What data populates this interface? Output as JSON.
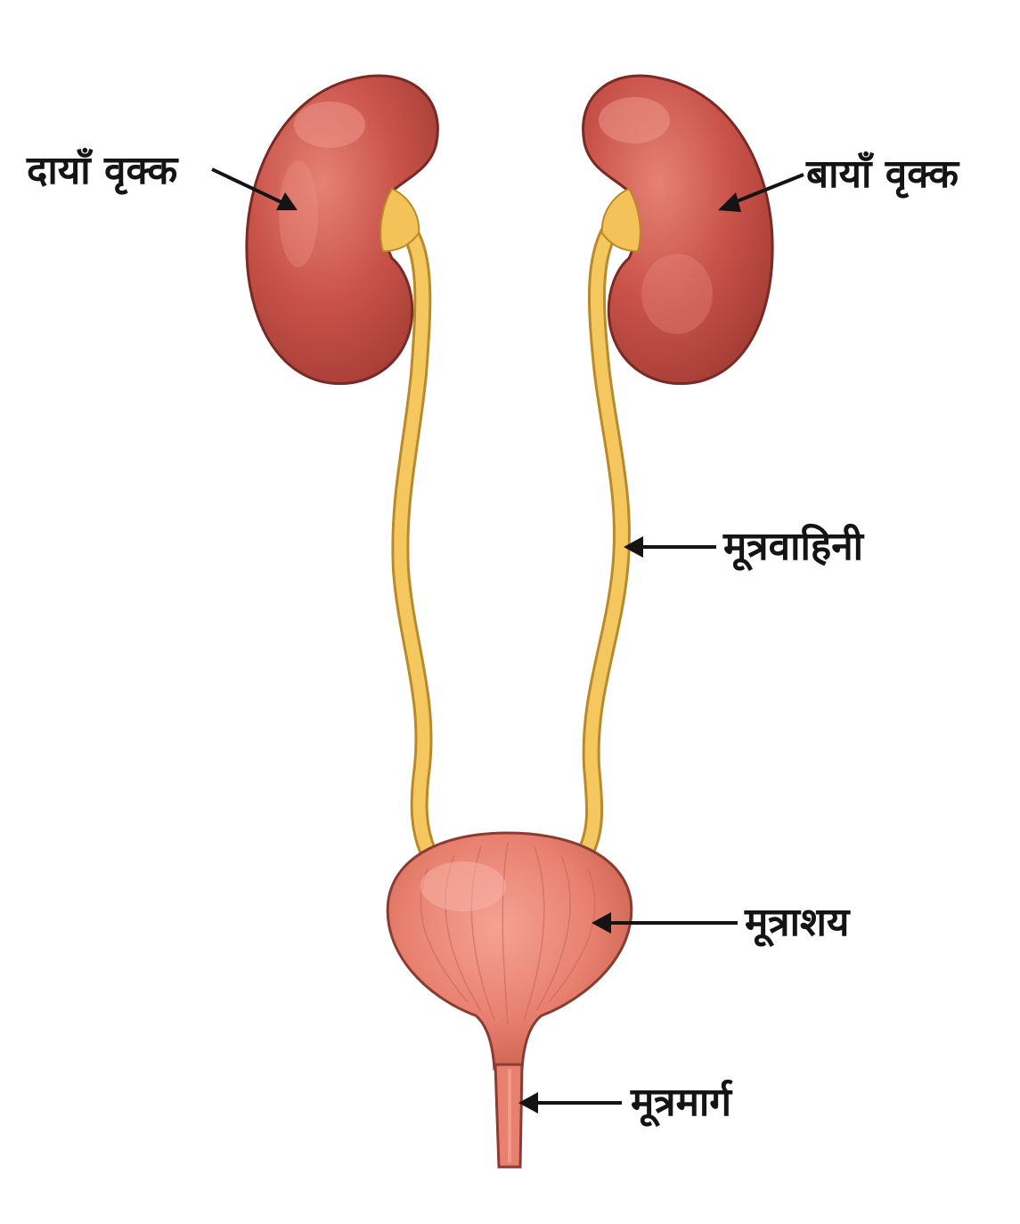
{
  "labels": {
    "right_kidney": "दायाँ वृक्क",
    "left_kidney": "बायाँ वृक्क",
    "ureter": "मूत्रवाहिनी",
    "bladder": "मूत्राशय",
    "urethra": "मूत्रमार्ग"
  },
  "colors": {
    "kidney": "#c9534a",
    "kidney_dark": "#9e3a33",
    "kidney_highlight": "#e07a6e",
    "ureter": "#f3c35a",
    "ureter_outline": "#b98a2c",
    "bladder": "#ea8a7b",
    "bladder_dark": "#b5554a",
    "label_text": "#141414"
  }
}
